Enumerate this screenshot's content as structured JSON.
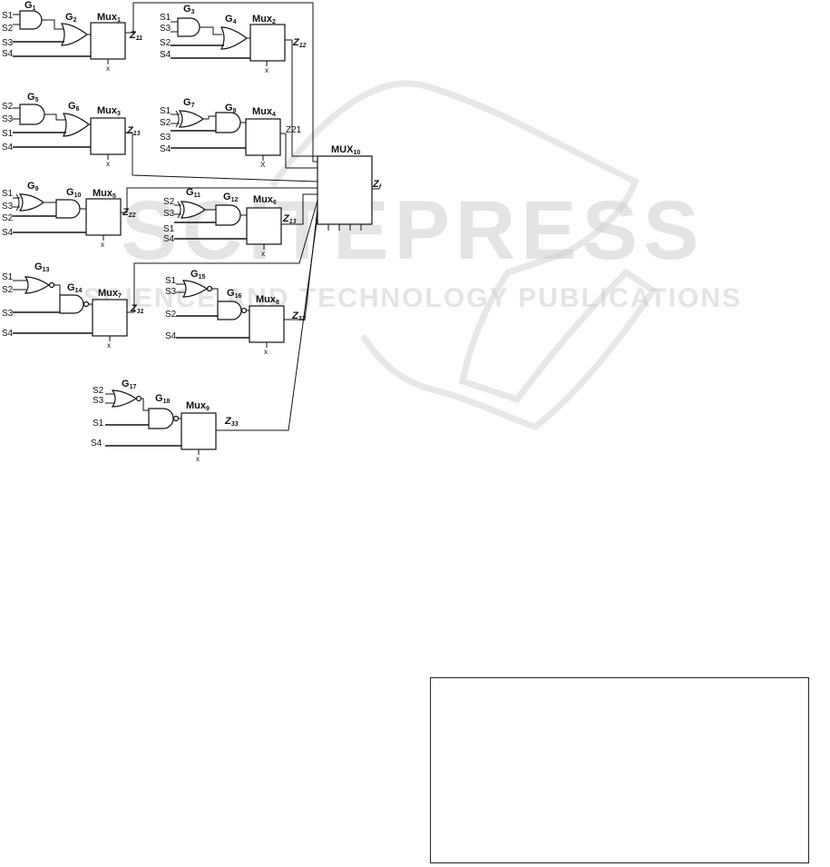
{
  "watermark": {
    "brand": "SCITEPRESS",
    "tagline": "SCIENCE AND TECHNOLOGY PUBLICATIONS"
  },
  "signals": {
    "s1": "S1",
    "s2": "S2",
    "s3": "S3",
    "s4": "S4",
    "x": "x",
    "x_upper": "X"
  },
  "gates": {
    "g1": {
      "base": "G",
      "sub": "1"
    },
    "g2": {
      "base": "G",
      "sub": "2"
    },
    "g3": {
      "base": "G",
      "sub": "3"
    },
    "g4": {
      "base": "G",
      "sub": "4"
    },
    "g5": {
      "base": "G",
      "sub": "5"
    },
    "g6": {
      "base": "G",
      "sub": "6"
    },
    "g7": {
      "base": "G",
      "sub": "7"
    },
    "g8": {
      "base": "G",
      "sub": "8"
    },
    "g9": {
      "base": "G",
      "sub": "9"
    },
    "g10": {
      "base": "G",
      "sub": "10"
    },
    "g11": {
      "base": "G",
      "sub": "11"
    },
    "g12": {
      "base": "G",
      "sub": "12"
    },
    "g13": {
      "base": "G",
      "sub": "13"
    },
    "g14": {
      "base": "G",
      "sub": "14"
    },
    "g15": {
      "base": "G",
      "sub": "15"
    },
    "g16": {
      "base": "G",
      "sub": "16"
    },
    "g17": {
      "base": "G",
      "sub": "17"
    },
    "g18": {
      "base": "G",
      "sub": "18"
    }
  },
  "muxes": {
    "mux1": {
      "base": "Mux",
      "sub": "1"
    },
    "mux2": {
      "base": "Mux",
      "sub": "2"
    },
    "mux3": {
      "base": "Mux",
      "sub": "3"
    },
    "mux4": {
      "base": "Mux",
      "sub": "4"
    },
    "mux5": {
      "base": "Mux",
      "sub": "5"
    },
    "mux6": {
      "base": "Mux",
      "sub": "6"
    },
    "mux7": {
      "base": "Mux",
      "sub": "7"
    },
    "mux8": {
      "base": "Mux",
      "sub": "8"
    },
    "mux9": {
      "base": "Mux",
      "sub": "9"
    },
    "mux10": {
      "base": "MUX",
      "sub": "10"
    }
  },
  "outputs": {
    "z11": {
      "base": "Z",
      "sub": "11"
    },
    "z12": {
      "base": "Z",
      "sub": "12"
    },
    "z13a": {
      "base": "Z",
      "sub": "13"
    },
    "z21_plain": "Z21",
    "z22": {
      "base": "Z",
      "sub": "22"
    },
    "z13b": {
      "base": "Z",
      "sub": "13"
    },
    "z31": {
      "base": "Z",
      "sub": "31"
    },
    "z32": {
      "base": "Z",
      "sub": "32"
    },
    "z33": {
      "base": "Z",
      "sub": "33"
    },
    "zf": {
      "base": "Z",
      "sub": "f"
    }
  }
}
